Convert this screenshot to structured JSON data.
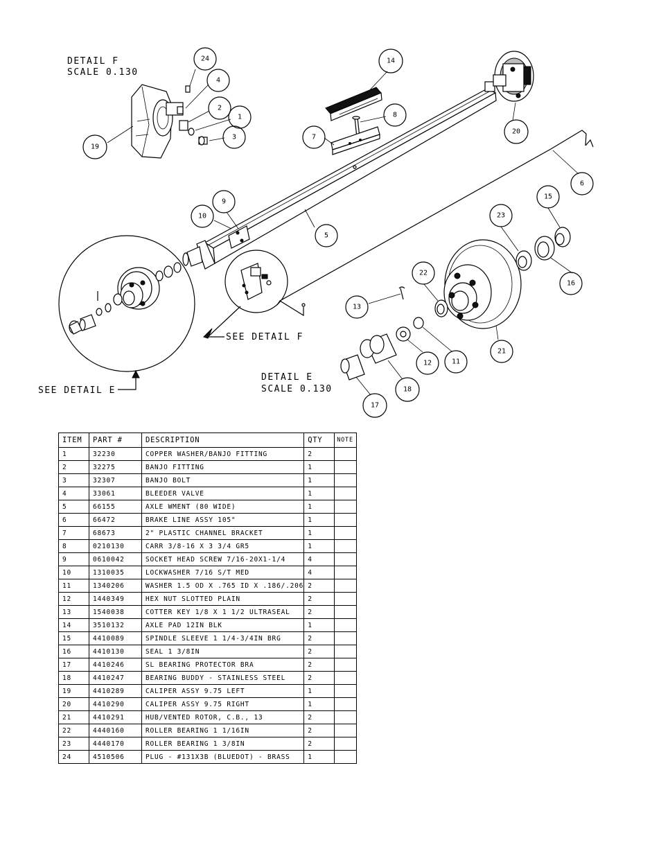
{
  "detail_f": {
    "line1": "DETAIL  F",
    "line2": "SCALE  0.130"
  },
  "detail_e": {
    "line1": "DETAIL  E",
    "line2": "SCALE  0.130"
  },
  "callouts": {
    "see_detail_f": "SEE DETAIL  F",
    "see_detail_e": "SEE DETAIL  E"
  },
  "balloons": {
    "b1": "1",
    "b2": "2",
    "b3": "3",
    "b4": "4",
    "b5": "5",
    "b6": "6",
    "b7": "7",
    "b8": "8",
    "b9": "9",
    "b10": "10",
    "b11": "11",
    "b12": "12",
    "b13": "13",
    "b14": "14",
    "b15": "15",
    "b16": "16",
    "b17": "17",
    "b18": "18",
    "b19": "19",
    "b20": "20",
    "b21": "21",
    "b22": "22",
    "b23": "23",
    "b24": "24"
  },
  "table": {
    "headers": {
      "item": "ITEM",
      "part": "PART #",
      "description": "DESCRIPTION",
      "qty": "QTY",
      "note": "NOTE"
    },
    "rows": [
      {
        "item": "1",
        "part": "32230",
        "description": "COPPER WASHER/BANJO FITTING",
        "qty": "2",
        "note": ""
      },
      {
        "item": "2",
        "part": "32275",
        "description": "BANJO FITTING",
        "qty": "1",
        "note": ""
      },
      {
        "item": "3",
        "part": "32307",
        "description": "BANJO BOLT",
        "qty": "1",
        "note": ""
      },
      {
        "item": "4",
        "part": "33061",
        "description": "BLEEDER VALVE",
        "qty": "1",
        "note": ""
      },
      {
        "item": "5",
        "part": "66155",
        "description": "AXLE WMENT (80 WIDE)",
        "qty": "1",
        "note": ""
      },
      {
        "item": "6",
        "part": "66472",
        "description": "BRAKE LINE ASSY 105\"",
        "qty": "1",
        "note": ""
      },
      {
        "item": "7",
        "part": "68673",
        "description": "2\" PLASTIC CHANNEL BRACKET",
        "qty": "1",
        "note": ""
      },
      {
        "item": "8",
        "part": "0210130",
        "description": "CARR 3/8-16 X 3 3/4 GR5",
        "qty": "1",
        "note": ""
      },
      {
        "item": "9",
        "part": "0610042",
        "description": "SOCKET HEAD SCREW 7/16-20X1-1/4",
        "qty": "4",
        "note": ""
      },
      {
        "item": "10",
        "part": "1310035",
        "description": "LOCKWASHER 7/16 S/T MED",
        "qty": "4",
        "note": ""
      },
      {
        "item": "11",
        "part": "1340206",
        "description": "WASHER 1.5 OD X .765 ID X .186/.206",
        "qty": "2",
        "note": ""
      },
      {
        "item": "12",
        "part": "1440349",
        "description": "HEX NUT SLOTTED PLAIN",
        "qty": "2",
        "note": ""
      },
      {
        "item": "13",
        "part": "1540038",
        "description": "COTTER KEY 1/8 X 1 1/2 ULTRASEAL",
        "qty": "2",
        "note": ""
      },
      {
        "item": "14",
        "part": "3510132",
        "description": "AXLE PAD 12IN  BLK",
        "qty": "1",
        "note": ""
      },
      {
        "item": "15",
        "part": "4410089",
        "description": "SPINDLE SLEEVE  1 1/4-3/4IN BRG",
        "qty": "2",
        "note": ""
      },
      {
        "item": "16",
        "part": "4410130",
        "description": "SEAL  1 3/8IN",
        "qty": "2",
        "note": ""
      },
      {
        "item": "17",
        "part": "4410246",
        "description": "SL BEARING PROTECTOR BRA",
        "qty": "2",
        "note": ""
      },
      {
        "item": "18",
        "part": "4410247",
        "description": "BEARING BUDDY - STAINLESS STEEL",
        "qty": "2",
        "note": ""
      },
      {
        "item": "19",
        "part": "4410289",
        "description": "CALIPER ASSY 9.75 LEFT",
        "qty": "1",
        "note": ""
      },
      {
        "item": "20",
        "part": "4410290",
        "description": "CALIPER ASSY 9.75 RIGHT",
        "qty": "1",
        "note": ""
      },
      {
        "item": "21",
        "part": "4410291",
        "description": "HUB/VENTED ROTOR, C.B.,  13",
        "qty": "2",
        "note": ""
      },
      {
        "item": "22",
        "part": "4440160",
        "description": "ROLLER BEARING   1 1/16IN",
        "qty": "2",
        "note": ""
      },
      {
        "item": "23",
        "part": "4440170",
        "description": "ROLLER BEARING   1 3/8IN",
        "qty": "2",
        "note": ""
      },
      {
        "item": "24",
        "part": "4510506",
        "description": "PLUG - #131X3B (BLUEDOT) - BRASS",
        "qty": "1",
        "note": ""
      }
    ]
  }
}
